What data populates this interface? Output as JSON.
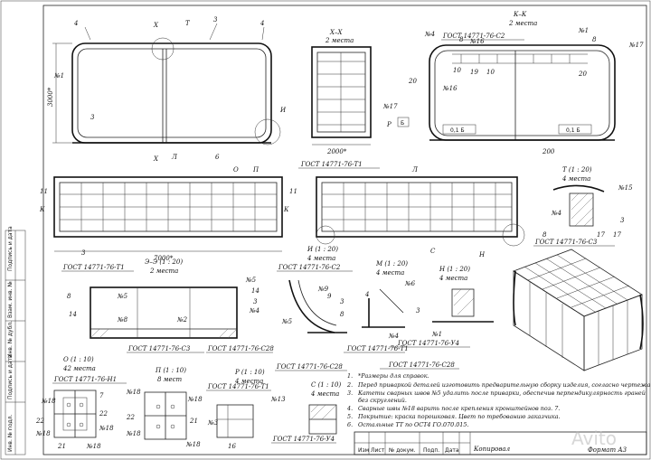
{
  "drawing": {
    "format_label": "Формат А3",
    "copied_label": "Копировал",
    "title_block_headers": [
      "Изм",
      "Лист",
      "№ докум.",
      "Подп.",
      "Дата"
    ],
    "side_margin_labels": [
      "Подпись и дата",
      "Взам. инв. №",
      "Инв. № дубл.",
      "Подпись и дата",
      "Инв. № подл."
    ],
    "watermark": "Avito"
  },
  "views": {
    "xx": {
      "title": "Х–Х",
      "count": "2 места"
    },
    "kk": {
      "title": "К–К",
      "count": "2 места"
    },
    "t": {
      "title": "Т (1 : 20)",
      "count": "4 места"
    },
    "ii": {
      "title": "И (1 : 20)",
      "count": "4 места"
    },
    "ee": {
      "title": "Э–Э (1 : 20)",
      "count": "2 места"
    },
    "m": {
      "title": "М (1 : 20)",
      "count": "4 места"
    },
    "n": {
      "title": "Н (1 : 20)",
      "count": "4 места"
    },
    "o": {
      "title": "О (1 : 10)",
      "count": "42 места"
    },
    "p": {
      "title": "П (1 : 10)",
      "count": "8 мест"
    },
    "r": {
      "title": "Р (1 : 10)",
      "count": "4 места"
    },
    "s": {
      "title": "С (1 : 10)",
      "count": "4 места"
    }
  },
  "dimensions": {
    "height": "3000*",
    "width_side": "2000*",
    "length": "7000*",
    "offset": "200"
  },
  "weld_symbols": {
    "c2": "ГОСТ 14771-76-С2",
    "t1": "ГОСТ 14771-76-Т1",
    "c3": "ГОСТ 14771-76-С3",
    "c28": "ГОСТ 14771-76-С28",
    "u4": "ГОСТ 14771-76-У4",
    "n1": "ГОСТ 14771-76-Н1"
  },
  "tolerances": {
    "flat": "0,1 Б",
    "base": "Б"
  },
  "callouts": {
    "n1": "№1",
    "n2": "№2",
    "n3": "№3",
    "n4": "№4",
    "n5": "№5",
    "n6": "№6",
    "n8": "№8",
    "n9": "№9",
    "n13": "№13",
    "n15": "№15",
    "n16": "№16",
    "n17": "№17",
    "n18": "№18",
    "leg3": "3",
    "leg4": "4",
    "leg6": "6",
    "leg7": "7",
    "leg8": "8",
    "leg9": "9",
    "leg10": "10",
    "leg11": "11",
    "leg14": "14",
    "leg16": "16",
    "leg17": "17",
    "leg19": "19",
    "leg20": "20",
    "leg21": "21",
    "leg22": "22",
    "weld_len_5": "5",
    "weld_len_4": "4",
    "weld_len_8": "8",
    "sec_x": "Х",
    "sec_k": "К",
    "sec_t": "Т",
    "sec_i": "И",
    "sec_p": "П",
    "sec_l": "Л",
    "sec_o": "О",
    "sec_s": "С",
    "sec_n": "Н",
    "sec_r": "Р"
  },
  "notes": {
    "n1": "*Размеры для справок.",
    "n2": "Перед приваркой деталей изготовить предварительную сборку изделия, согласно чертежа.",
    "n3": "Катеты сварных швов №5 удалить после приварки, обеспечив перпендикулярность граней",
    "n3b": "без скруглений.",
    "n4": "Сварные швы №18 варить после крепления кронштейнов поз. 7.",
    "n5": "Покрытие: краска порошковая. Цвет по требованию заказчика.",
    "n6": "Остальные ТТ по ОСТ4 ГО.070.015."
  }
}
